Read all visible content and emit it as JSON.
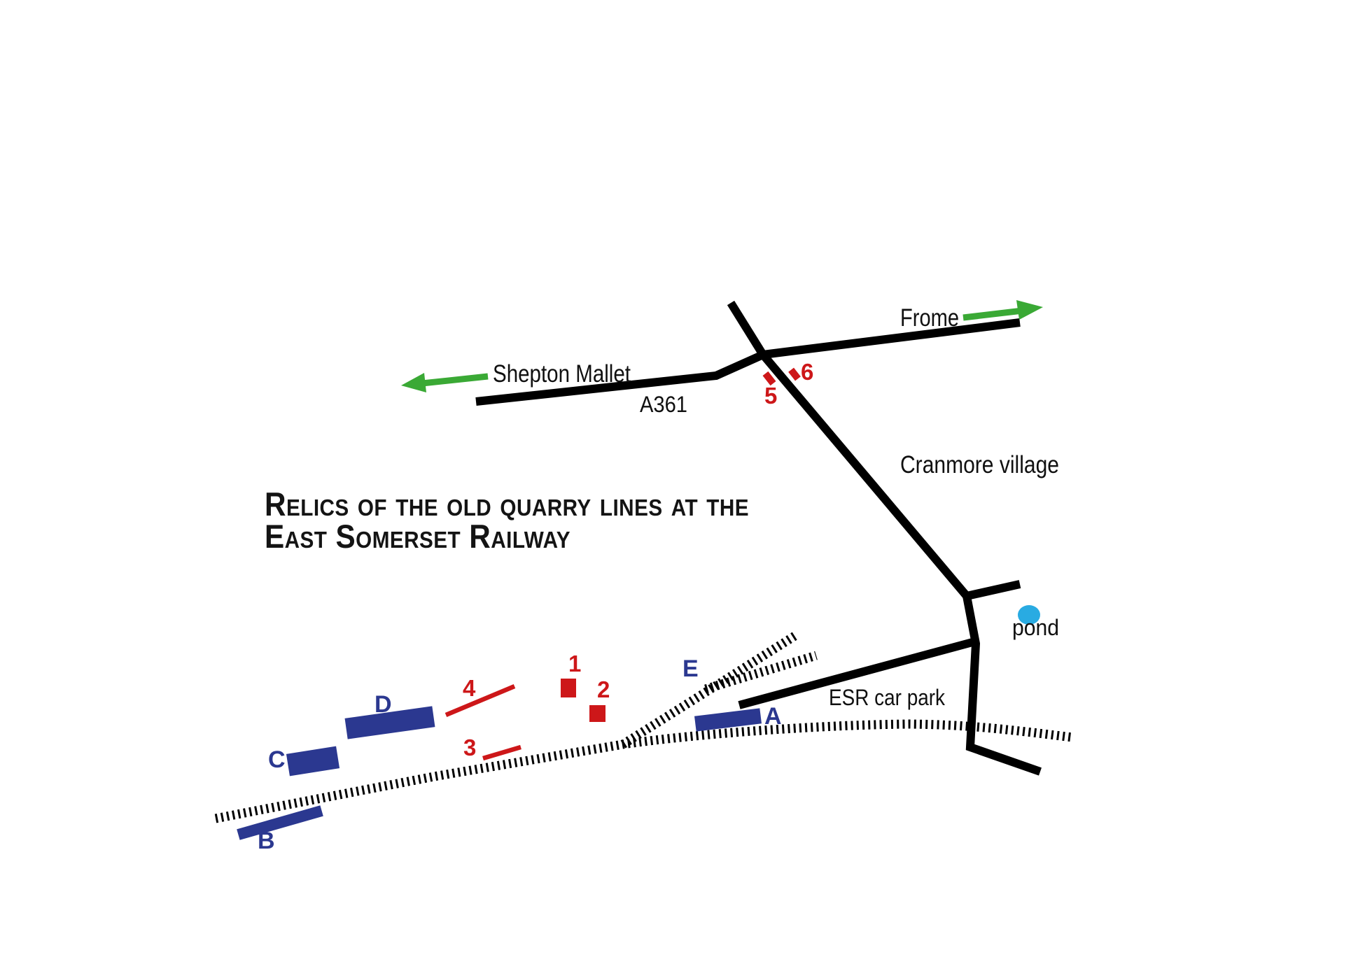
{
  "map": {
    "title_line1": "Relics of the old quarry lines at the",
    "title_line2": "East Somerset Railway",
    "labels": {
      "frome": "Frome",
      "shepton_mallet": "Shepton Mallet",
      "a361": "A361",
      "cranmore_village": "Cranmore village",
      "pond": "pond",
      "esr_car_park": "ESR car park"
    },
    "relics_blue": [
      "A",
      "B",
      "C",
      "D",
      "E"
    ],
    "relics_red": [
      "1",
      "2",
      "3",
      "4",
      "5",
      "6"
    ],
    "colors": {
      "road_black": "#000000",
      "relic_blue": "#2b3890",
      "relic_red": "#cd1719",
      "arrow_green": "#3aa935",
      "pond_blue": "#29abe2"
    }
  }
}
